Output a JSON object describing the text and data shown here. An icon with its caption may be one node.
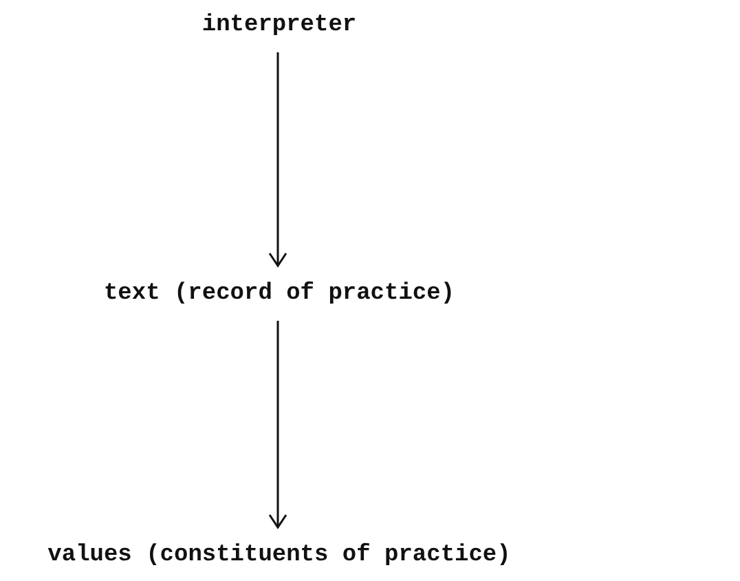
{
  "diagram": {
    "nodes": [
      {
        "text": [
          "interpreter"
        ]
      },
      {
        "text": [
          "text (record of practice)"
        ]
      },
      {
        "text": [
          "values (constituents of practice)"
        ]
      }
    ],
    "edges": [
      {
        "from": 0,
        "to": 1,
        "arrow": "to"
      },
      {
        "from": 1,
        "to": 2,
        "arrow": "to"
      }
    ]
  }
}
